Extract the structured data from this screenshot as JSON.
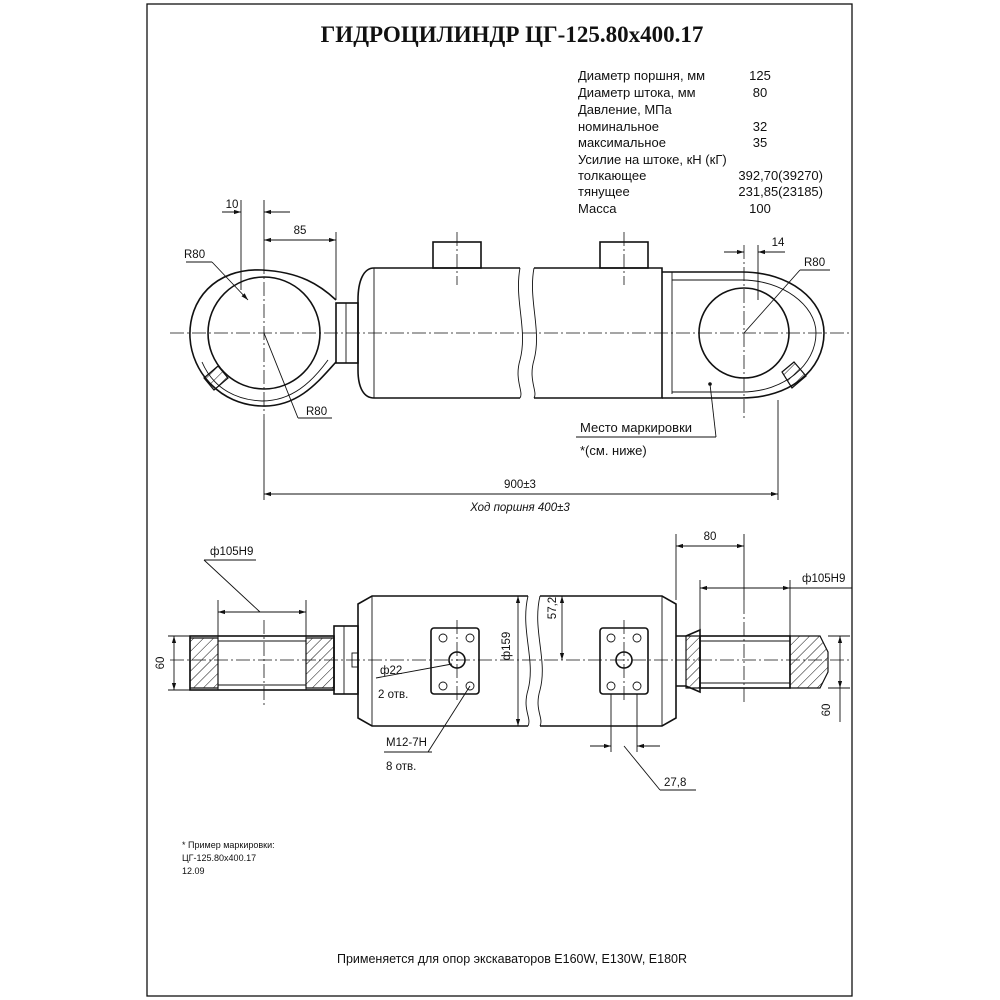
{
  "title": "ГИДРОЦИЛИНДР ЦГ-125.80х400.17",
  "specs": {
    "piston_diameter": {
      "label": "Диаметр поршня, мм",
      "value": "125"
    },
    "rod_diameter": {
      "label": "Диаметр штока, мм",
      "value": "80"
    },
    "pressure_header": "Давление, МПа",
    "nominal": {
      "label": "номинальное",
      "value": "32"
    },
    "maximum": {
      "label": "максимальное",
      "value": "35"
    },
    "force_header": "Усилие на штоке, кН (кГ)",
    "push": {
      "label": "толкающее",
      "value": "392,70(39270)"
    },
    "pull": {
      "label": "тянущее",
      "value": "231,85(23185)"
    },
    "mass": {
      "label": "Масса",
      "value": "100"
    }
  },
  "dims": {
    "d10": "10",
    "d85": "85",
    "r80_top_left": "R80",
    "r80_bottom_left": "R80",
    "d14": "14",
    "r80_right": "R80",
    "d900": "900±3",
    "stroke": "Ход поршня 400±3",
    "bore_left": "ф105Н9",
    "bore_right": "ф105Н9",
    "d80": "80",
    "h60_left": "60",
    "h60_right": "60",
    "d57": "57,2",
    "d159": "ф159",
    "d22": "ф22",
    "holes2": "2 отв.",
    "thread": "М12-7Н",
    "holes8": "8 отв.",
    "d278": "27,8"
  },
  "marking": {
    "label": "Место маркировки",
    "ref": "*(см. ниже)"
  },
  "note": {
    "header": "* Пример маркировки:",
    "line1": "ЦГ-125.80х400.17",
    "line2": "12.09"
  },
  "footer": "Применяется для опор экскаваторов Е160W, Е130W, Е180R"
}
